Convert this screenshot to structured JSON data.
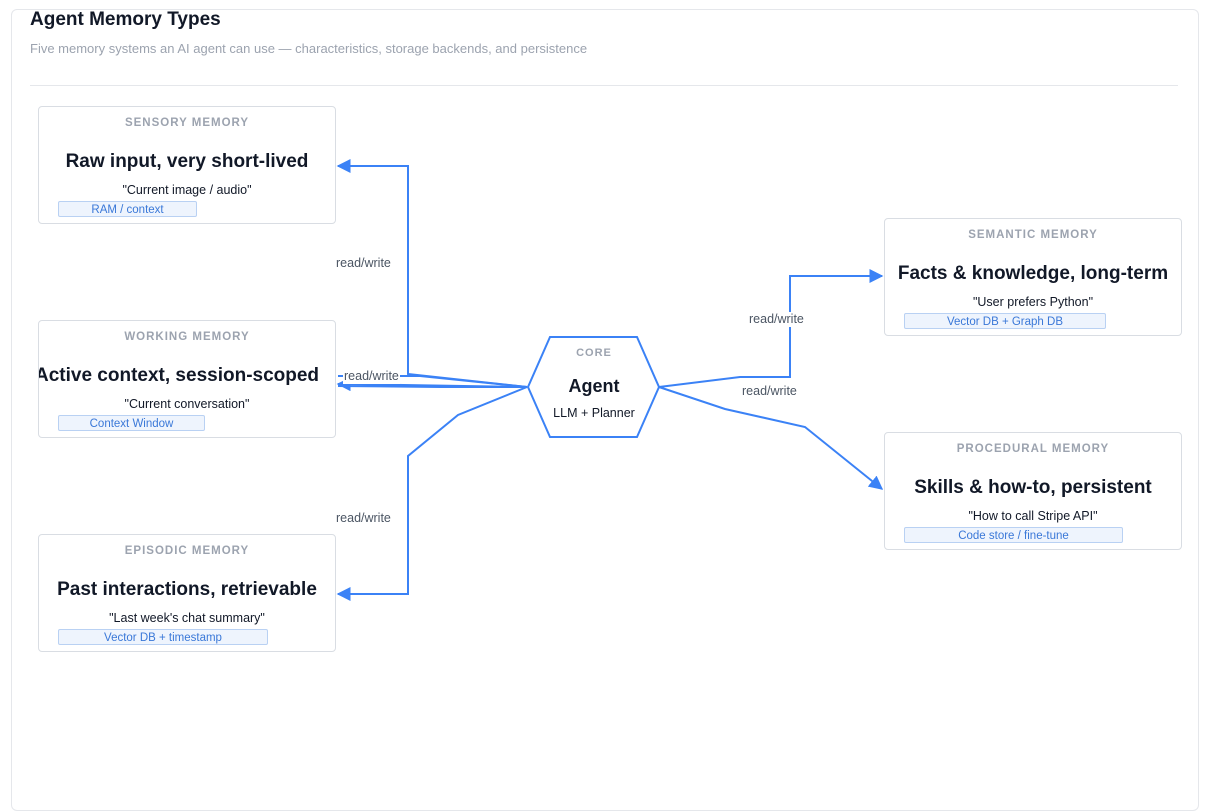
{
  "header": {
    "title": "Agent Memory Types",
    "subtitle": "Five memory systems an AI agent can use — characteristics, storage backends, and persistence"
  },
  "core": {
    "kind": "CORE",
    "name": "Agent",
    "sub": "LLM + Planner"
  },
  "memories": {
    "sensory": {
      "kind": "SENSORY MEMORY",
      "headline": "Raw input, very short-lived",
      "example": "\"Current image / audio\"",
      "storage": "RAM / context"
    },
    "working": {
      "kind": "WORKING MEMORY",
      "headline": "Active context, session-scoped",
      "example": "\"Current conversation\"",
      "storage": "Context Window"
    },
    "episodic": {
      "kind": "EPISODIC MEMORY",
      "headline": "Past interactions, retrievable",
      "example": "\"Last week's chat summary\"",
      "storage": "Vector DB + timestamp"
    },
    "semantic": {
      "kind": "SEMANTIC MEMORY",
      "headline": "Facts & knowledge, long-term",
      "example": "\"User prefers Python\"",
      "storage": "Vector DB + Graph DB"
    },
    "procedural": {
      "kind": "PROCEDURAL MEMORY",
      "headline": "Skills & how-to, persistent",
      "example": "\"How to call Stripe API\"",
      "storage": "Code store / fine-tune"
    }
  },
  "edges": {
    "sensory": "read/write",
    "working": "read/write",
    "episodic": "read/write",
    "semantic": "read/write",
    "procedural": "read/write"
  },
  "colors": {
    "edge": "#3b82f6",
    "card_border": "#d9dde3",
    "badge_bg": "#eef4fd",
    "badge_text": "#3a78d8"
  }
}
